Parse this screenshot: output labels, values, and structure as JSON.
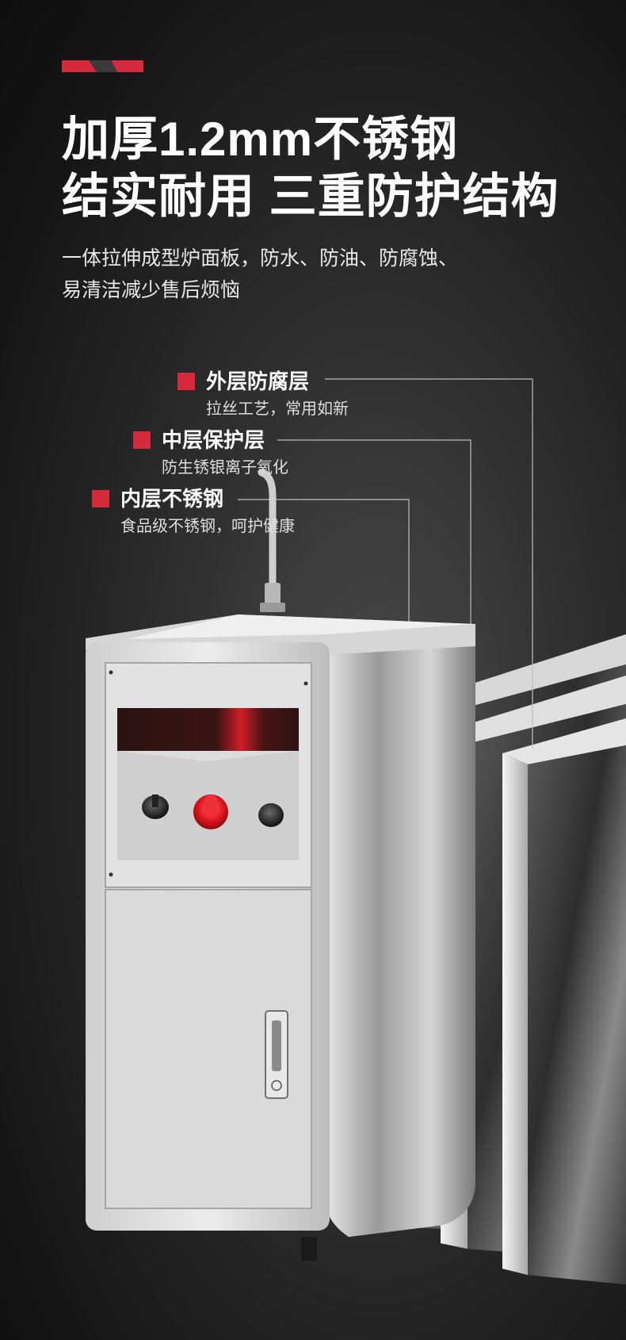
{
  "colors": {
    "accent": "#d42a3c",
    "background": "#1e1e1e"
  },
  "headline": {
    "line1": "加厚1.2mm不锈钢",
    "line2": "结实耐用 三重防护结构"
  },
  "subtitle": {
    "line1": "一体拉伸成型炉面板，防水、防油、防腐蚀、",
    "line2": "易清洁减少售后烦恼"
  },
  "layers": [
    {
      "name": "外层防腐层",
      "desc": "拉丝工艺，常用如新"
    },
    {
      "name": "中层保护层",
      "desc": "防生锈银离子氧化"
    },
    {
      "name": "内层不锈钢",
      "desc": "食品级不锈钢，呵护健康"
    }
  ],
  "product_icons": [
    "faucet-icon",
    "display-panel",
    "knob-icon",
    "ignition-button-icon",
    "door-handle-icon"
  ]
}
